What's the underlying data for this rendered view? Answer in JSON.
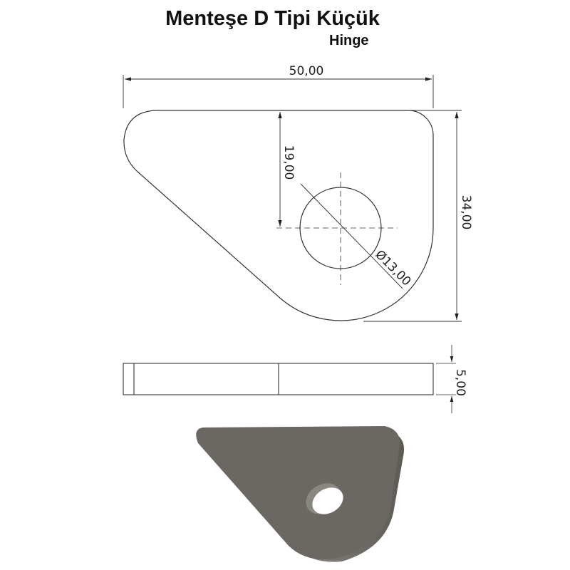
{
  "title": "Menteşe D Tipi Küçük",
  "subtitle": "Hinge",
  "dimensions": {
    "width": "50,00",
    "height": "34,00",
    "hole_offset": "19,00",
    "hole_diameter": "Ø13,00",
    "thickness": "5,00"
  },
  "colors": {
    "line": "#333333",
    "part": "#6b6762"
  }
}
